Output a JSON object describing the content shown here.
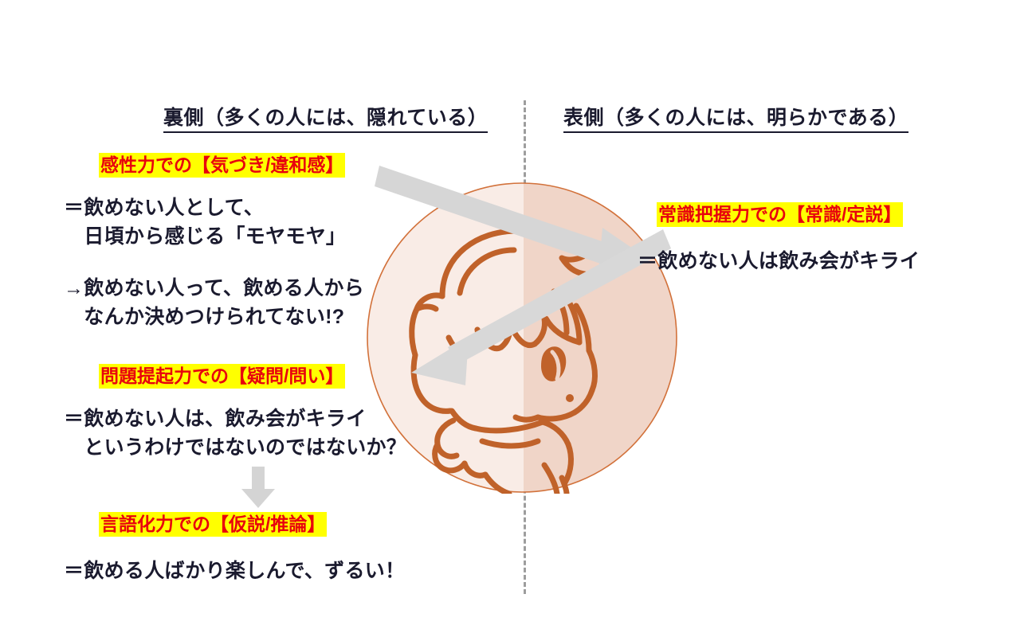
{
  "diagram": {
    "columns": {
      "left_heading": "裏側（多くの人には、隠れている）",
      "right_heading": "表側（多くの人には、明らかである）"
    },
    "left_column": {
      "steps": [
        {
          "label": "感性力での【気づき/違和感】",
          "text": "＝飲めない人として、\n　日頃から感じる「モヤモヤ」"
        },
        {
          "label": "",
          "text": "→飲めない人って、飲める人から\n　なんか決めつけられてない!?"
        },
        {
          "label": "問題提起力での【疑問/問い】",
          "text": "＝飲めない人は、飲み会がキライ\n　というわけではないのではないか？"
        },
        {
          "label": "言語化力での【仮説/推論】",
          "text": "＝飲める人ばかり楽しんで、ずるい！"
        }
      ]
    },
    "right_column": {
      "steps": [
        {
          "label": "常識把握力での【常識/定説】",
          "text": "＝飲めない人は飲み会がキライ"
        }
      ]
    },
    "colors": {
      "highlight_bg": "#ffff00",
      "label_text": "#e8000d",
      "body_text": "#1a1a2e",
      "circle_left_fill": "#f9ece6",
      "circle_right_fill": "#f0d5c8",
      "circle_stroke": "#d2713a",
      "illustration_stroke": "#c0622a",
      "arrow_gray": "#d4d4d4",
      "divider_gray": "#9d9d9d"
    },
    "icons": {
      "center_figure": "thinking-person-illustration",
      "divider": "dashed-vertical-divider",
      "double_arrow": "gray-double-headed-diagonal-arrow",
      "down_arrow": "gray-down-arrow"
    }
  }
}
